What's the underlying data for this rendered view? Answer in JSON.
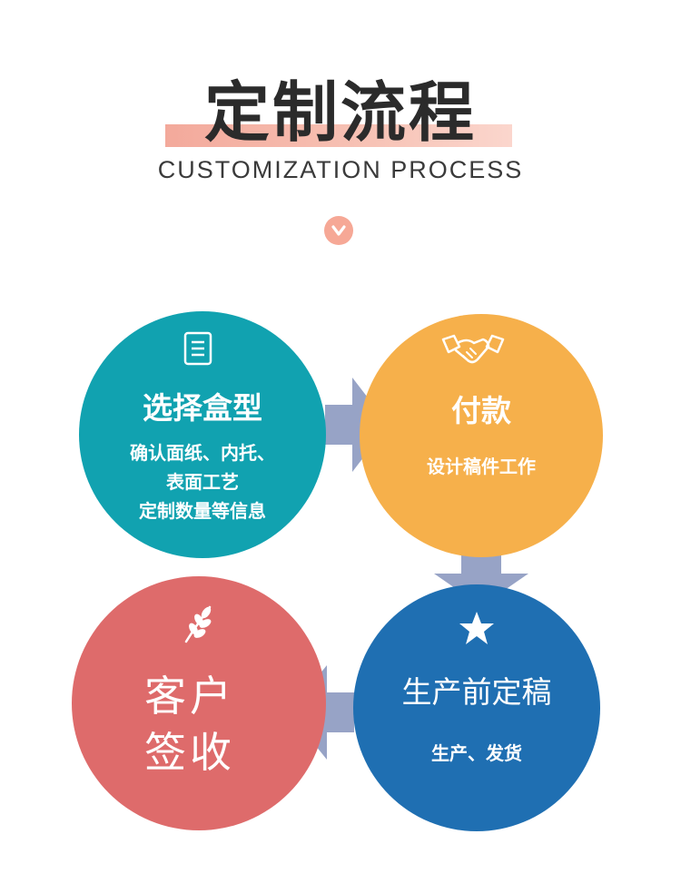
{
  "header": {
    "title": "定制流程",
    "subtitle": "CUSTOMIZATION PROCESS"
  },
  "colors": {
    "step1": "#11a2b0",
    "step2": "#f6b04b",
    "step3": "#1f6fb2",
    "step4": "#de6b6b",
    "arrow": "#97a3c6",
    "title_bar": "#f3a99b",
    "chevron_badge": "#f6a896"
  },
  "steps": [
    {
      "icon": "document-icon",
      "title": "选择盒型",
      "lines": [
        "确认面纸、内托、",
        "表面工艺",
        "定制数量等信息"
      ]
    },
    {
      "icon": "handshake-icon",
      "title": "付款",
      "lines": [
        "设计稿件工作"
      ]
    },
    {
      "icon": "star-icon",
      "title": "生产前定稿",
      "lines": [
        "生产、发货"
      ]
    },
    {
      "icon": "leaf-icon",
      "title_lines": [
        "客户",
        "签收"
      ]
    }
  ]
}
